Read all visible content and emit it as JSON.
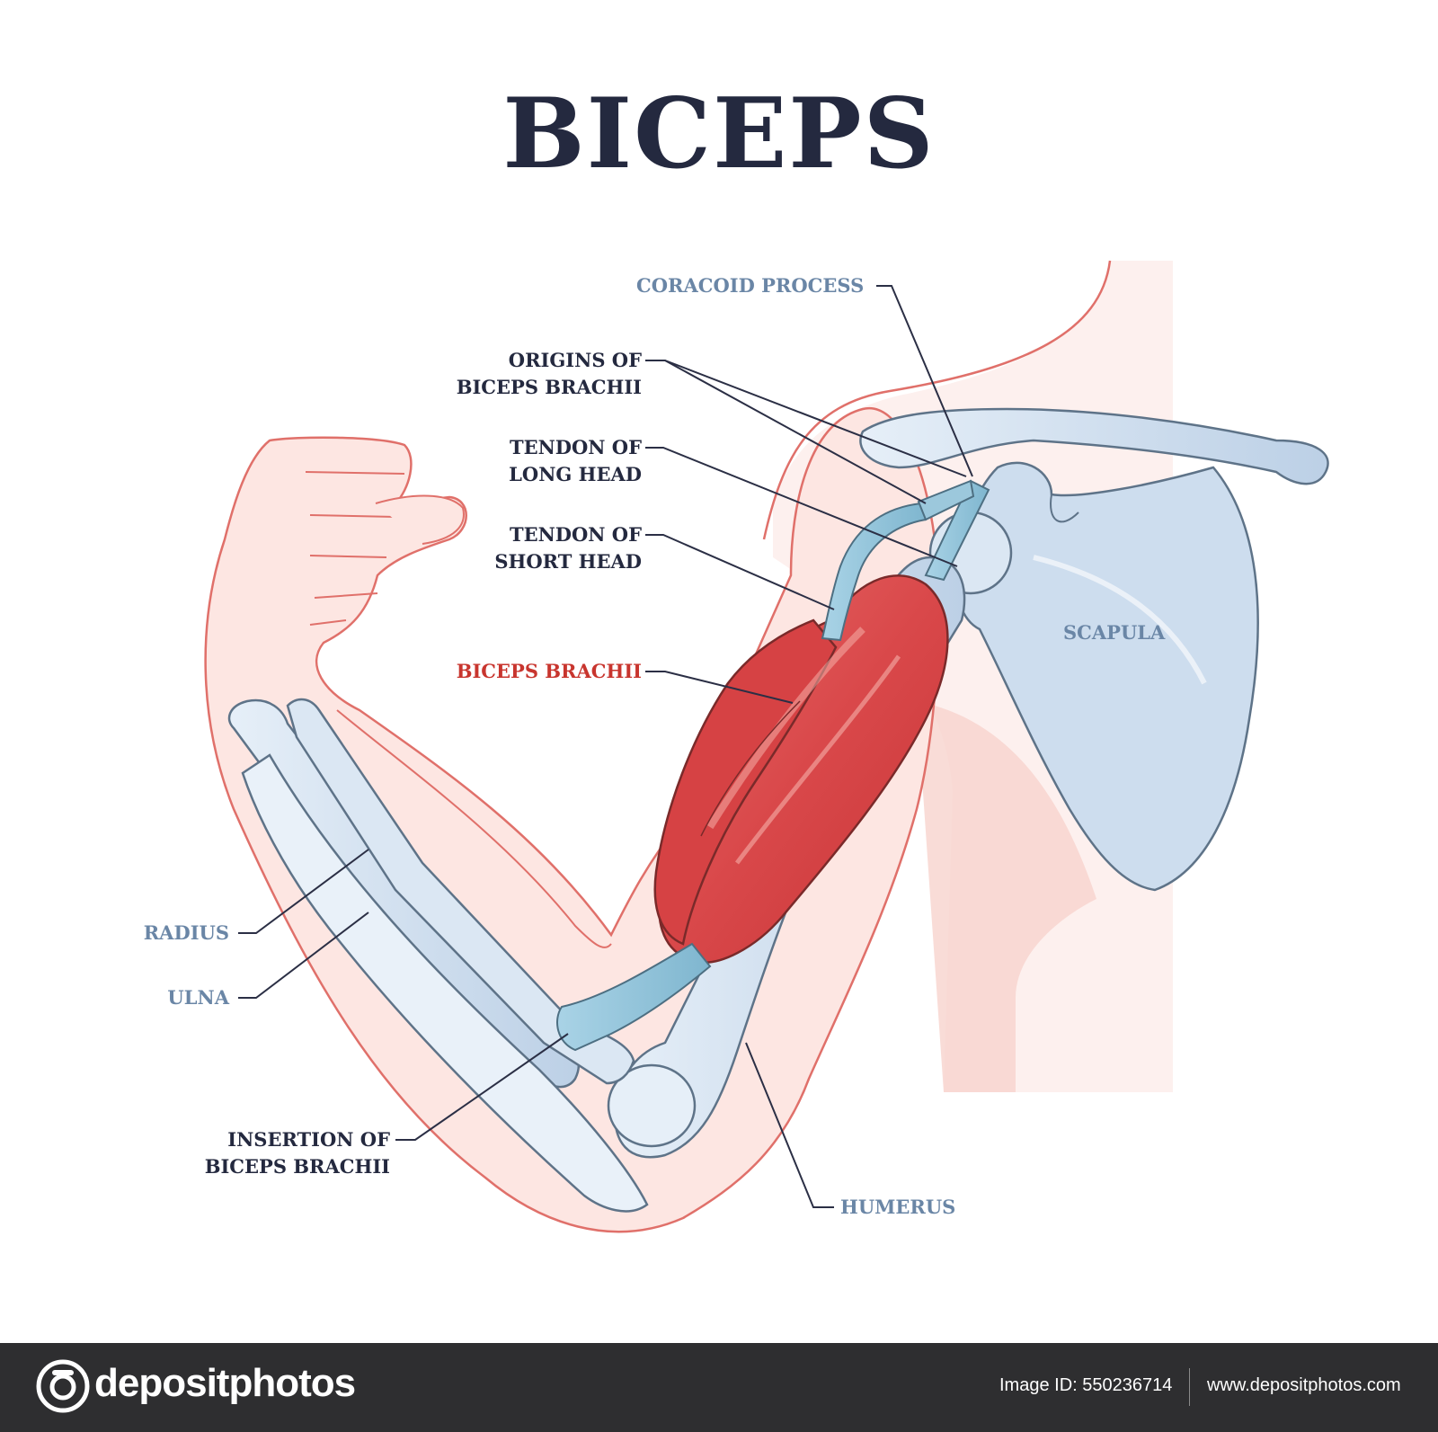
{
  "title": "BICEPS",
  "labels": {
    "coracoid_process": "CORACOID PROCESS",
    "origins_line1": "ORIGINS OF",
    "origins_line2": "BICEPS BRACHII",
    "tendon_long_line1": "TENDON OF",
    "tendon_long_line2": "LONG HEAD",
    "tendon_short_line1": "TENDON OF",
    "tendon_short_line2": "SHORT HEAD",
    "biceps_brachii": "BICEPS BRACHII",
    "scapula": "SCAPULA",
    "radius": "RADIUS",
    "ulna": "ULNA",
    "insertion_line1": "INSERTION OF",
    "insertion_line2": "BICEPS BRACHII",
    "humerus": "HUMERUS"
  },
  "colors": {
    "title": "#24293f",
    "bone_label": "#6a86a6",
    "structure_label": "#24293f",
    "muscle_label": "#c8352e",
    "skin_outline": "#e0706a",
    "skin_fill": "#fbe3e0",
    "bone_fill": "#cfdff0",
    "bone_outline": "#5e7388",
    "muscle_fill": "#d9484a"
  },
  "footer": {
    "brand": "depositphotos",
    "image_id": "Image ID: 550236714",
    "website": "www.depositphotos.com"
  }
}
